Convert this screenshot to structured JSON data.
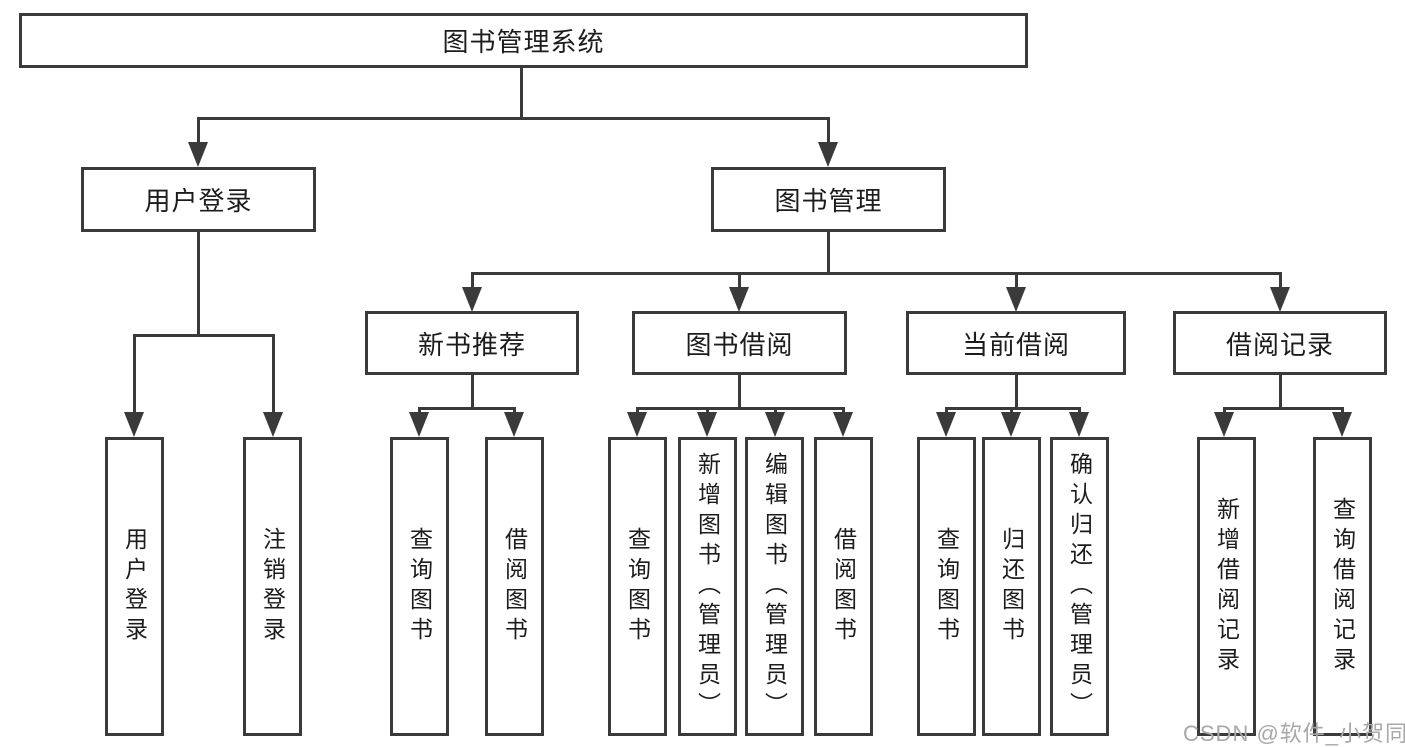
{
  "colors": {
    "line": "#3a3a3a",
    "box_background": "#ffffff",
    "text": "#1c1c1c",
    "watermark": "#a8a8a8"
  },
  "nodes": {
    "root": "图书管理系统",
    "user_login": "用户登录",
    "book_management": "图书管理",
    "new_book_recommend": "新书推荐",
    "book_borrowing": "图书借阅",
    "current_borrowing": "当前借阅",
    "borrowing_records": "借阅记录",
    "leaf_user_login": "用户登录",
    "leaf_logout": "注销登录",
    "nb_query_books": "查询图书",
    "nb_borrow_books": "借阅图书",
    "bb_query_books": "查询图书",
    "bb_add_books": "新增图书（管理员）",
    "bb_edit_books": "编辑图书（管理员）",
    "bb_borrow_books": "借阅图书",
    "cb_query_books": "查询图书",
    "cb_return_books": "归还图书",
    "cb_confirm_return": "确认归还（管理员）",
    "br_add_record": "新增借阅记录",
    "br_query_record": "查询借阅记录"
  },
  "hierarchy": {
    "图书管理系统": {
      "用户登录": [
        "用户登录",
        "注销登录"
      ],
      "图书管理": {
        "新书推荐": [
          "查询图书",
          "借阅图书"
        ],
        "图书借阅": [
          "查询图书",
          "新增图书（管理员）",
          "编辑图书（管理员）",
          "借阅图书"
        ],
        "当前借阅": [
          "查询图书",
          "归还图书",
          "确认归还（管理员）"
        ],
        "借阅记录": [
          "新增借阅记录",
          "查询借阅记录"
        ]
      }
    }
  },
  "watermark": "CSDN @软件_小贺同学"
}
